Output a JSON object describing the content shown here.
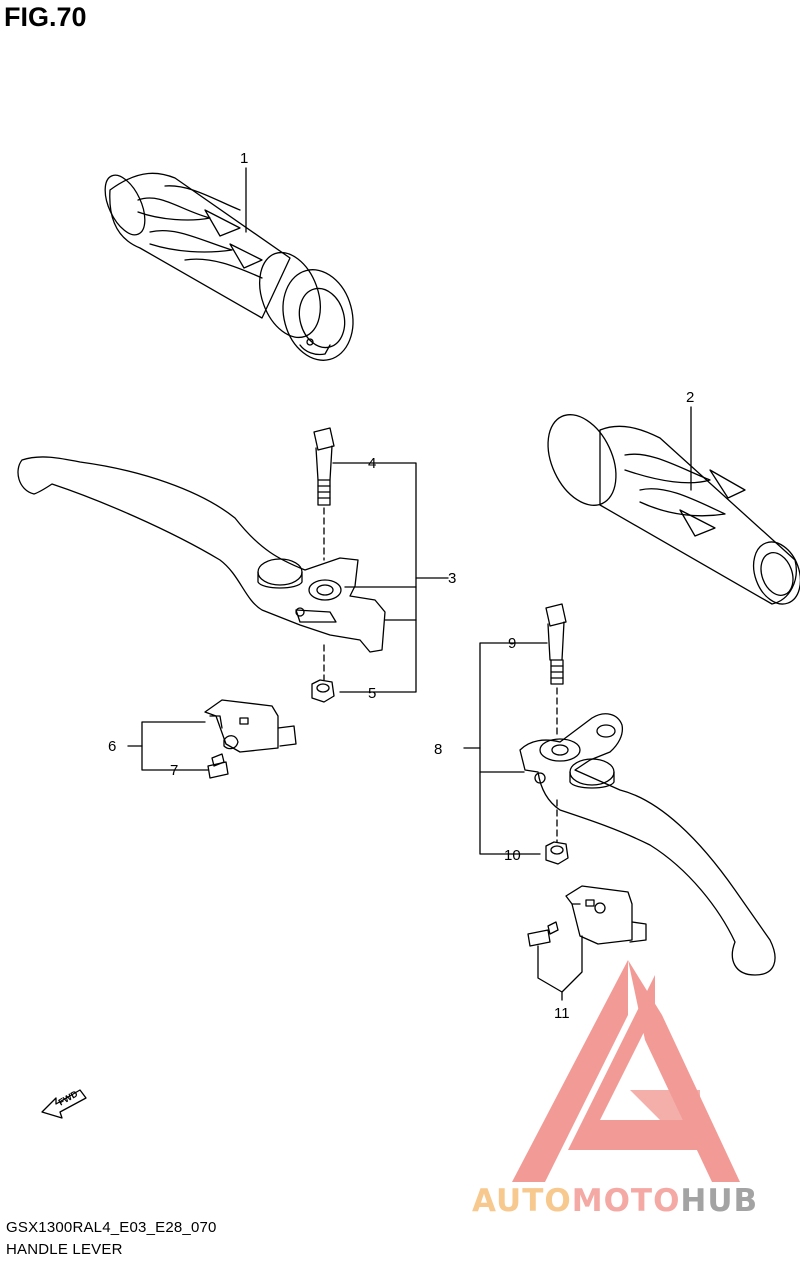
{
  "figure": {
    "title": "FIG.70"
  },
  "callouts": {
    "c1": "1",
    "c2": "2",
    "c3": "3",
    "c4": "4",
    "c5": "5",
    "c6": "6",
    "c7": "7",
    "c8": "8",
    "c9": "9",
    "c10": "10",
    "c11": "11"
  },
  "footer": {
    "model_code": "GSX1300RAL4_E03_E28_070",
    "section_name": "HANDLE LEVER"
  },
  "fwd_arrow": {
    "label": "FWD"
  },
  "watermark": {
    "part1": "AUTO",
    "part2": "MOTO",
    "part3": "HUB",
    "colors": {
      "part1": "#f7c98e",
      "part2": "#f4a9a4",
      "part3": "#a3a3a3",
      "triangle": "#f08a84"
    }
  }
}
